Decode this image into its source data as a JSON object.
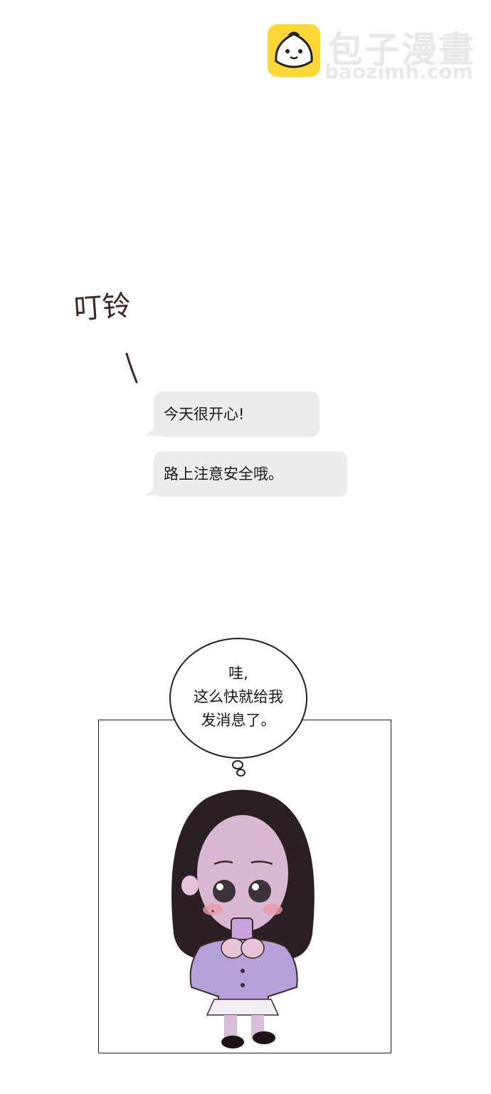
{
  "watermark": {
    "name": "包子漫畫",
    "url": "baozimh.com",
    "logo_icon": "bun-mascot-icon",
    "logo_color": "#fdd835"
  },
  "sound_effect": "叮铃",
  "messages": [
    {
      "text": "今天很开心!"
    },
    {
      "text": "路上注意安全哦。"
    }
  ],
  "thought_bubble": {
    "lines": [
      "哇,",
      "这么快就给我",
      "发消息了。"
    ]
  }
}
